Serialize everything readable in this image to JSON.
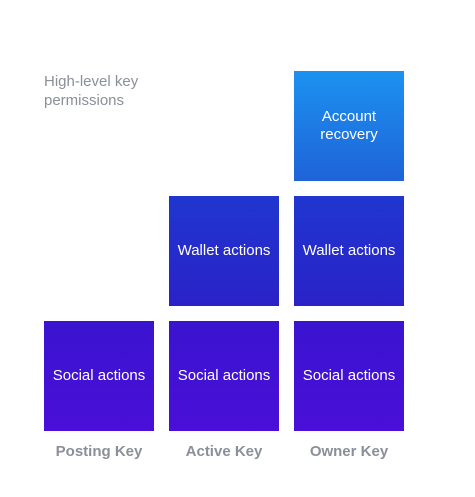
{
  "heading": "High-level key permissions",
  "blocks": {
    "account_recovery": "Account recovery",
    "wallet_actions_active": "Wallet actions",
    "wallet_actions_owner": "Wallet actions",
    "social_actions_posting": "Social actions",
    "social_actions_active": "Social actions",
    "social_actions_owner": "Social actions"
  },
  "keys": {
    "posting": "Posting Key",
    "active": "Active Key",
    "owner": "Owner Key"
  },
  "colors": {
    "top_block": "#1c92f0",
    "middle_block": "#2036cf",
    "bottom_block": "#4a0fd8",
    "label_text": "#8a8f99"
  }
}
